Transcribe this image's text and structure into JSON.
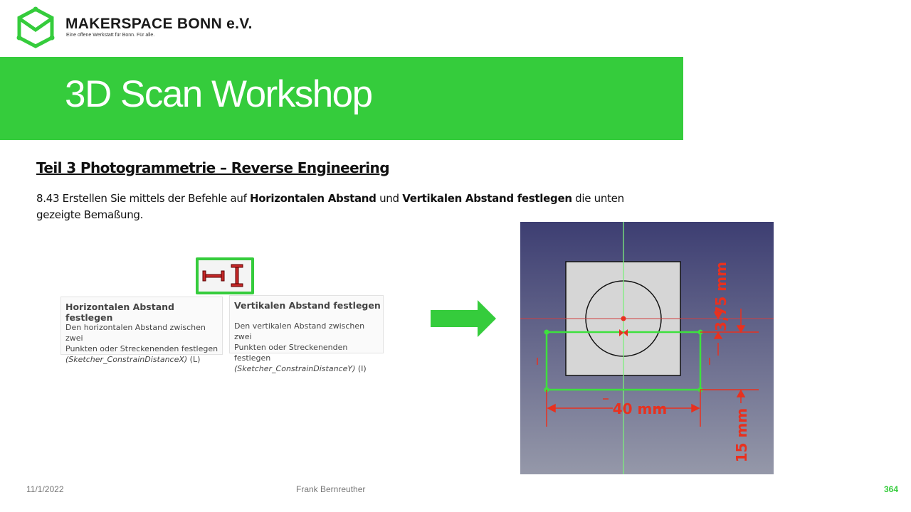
{
  "header": {
    "org_name": "MAKERSPACE BONN e.V.",
    "tagline": "Eine offene Werkstatt für Bonn. Für alle.",
    "logo_icon": "hexagon-check-logo"
  },
  "banner": {
    "title": "3D Scan Workshop",
    "color": "#35cc3c"
  },
  "section": {
    "heading": "Teil 3  Photogrammetrie  – Reverse Engineering",
    "instruction": {
      "prefix": "8.43 Erstellen Sie mittels der Befehle auf ",
      "cmd_horizontal": "Horizontalen Abstand",
      "middle": " und ",
      "cmd_vertical": "Vertikalen Abstand festlegen",
      "suffix": " die unten gezeigte Bemaßung."
    }
  },
  "tooltips": {
    "horizontal": {
      "title": "Horizontalen Abstand festlegen",
      "line1": "Den horizontalen Abstand zwischen zwei",
      "line2": "Punkten oder Streckenenden festlegen",
      "command": "(Sketcher_ConstrainDistanceX)",
      "shortcut": " (L)"
    },
    "vertical": {
      "title": "Vertikalen Abstand festlegen",
      "line1": "Den vertikalen Abstand zwischen zwei",
      "line2": "Punkten oder Streckenenden festlegen",
      "command": "(Sketcher_ConstrainDistanceY)",
      "shortcut": " (I)"
    }
  },
  "toolbar_icons": [
    "horizontal-distance-icon",
    "vertical-distance-icon"
  ],
  "cad_sketch": {
    "dim_top": "3,75 mm",
    "dim_width": "40 mm",
    "dim_bottom": "15 mm",
    "dimension_color": "#e8311f"
  },
  "footer": {
    "date": "11/1/2022",
    "author": "Frank Bernreuther",
    "page": "364"
  }
}
